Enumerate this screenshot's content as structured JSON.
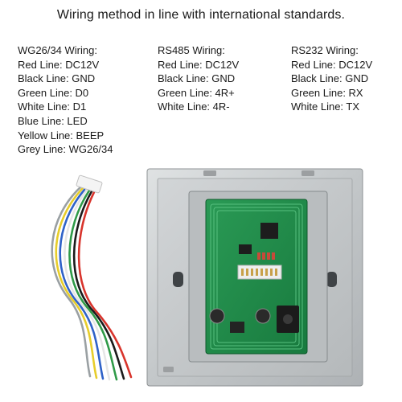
{
  "heading": "Wiring method in line with international standards.",
  "wiring": [
    {
      "title": "WG26/34 Wiring:",
      "lines": [
        "Red Line: DC12V",
        "Black Line: GND",
        "Green Line: D0",
        "White Line: D1",
        "Blue Line: LED",
        "Yellow Line: BEEP",
        "Grey Line: WG26/34"
      ]
    },
    {
      "title": "RS485 Wiring:",
      "lines": [
        "Red Line: DC12V",
        "Black Line: GND",
        "Green Line: 4R+",
        "White Line: 4R-"
      ]
    },
    {
      "title": "RS232 Wiring:",
      "lines": [
        "Red Line: DC12V",
        "Black Line: GND",
        "Green Line: RX",
        "White Line: TX"
      ]
    }
  ],
  "colors": {
    "metal_plate": "#c9cccd",
    "pcb_green": "#1f8a4a",
    "wire_red": "#d8342c",
    "wire_black": "#1b1b1b",
    "wire_green": "#2f9a48",
    "wire_white": "#f2f2f2",
    "wire_blue": "#2f62c8",
    "wire_yellow": "#e7cd2b",
    "wire_grey": "#9aa0a3"
  }
}
